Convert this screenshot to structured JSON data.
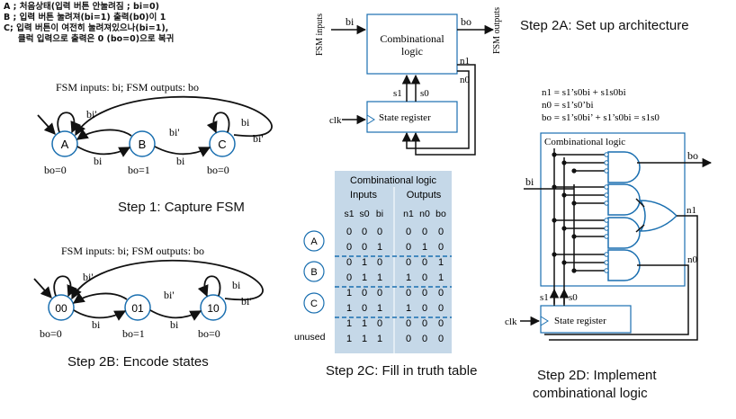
{
  "notes": {
    "line1": "A ; 처음상태(입력 버튼 안눌려짐 ; bi=0)",
    "line2": "B ; 입력 버튼 눌려져(bi=1) 출력(b0)이 1",
    "line3": "C; 입력 버튼이 여전히 눌려져있으나(bi=1),",
    "line4": "클럭 입력으로 출력은  0 (bo=0)으로 복귀"
  },
  "step1": {
    "caption": "Step 1: Capture FSM",
    "io_label": "FSM inputs: bi; FSM outputs: bo",
    "states": [
      "A",
      "B",
      "C"
    ],
    "outputs": [
      "bo=0",
      "bo=1",
      "bo=0"
    ],
    "edge_bi": "bi",
    "edge_bi_not": "bi'"
  },
  "step2b": {
    "caption": "Step 2B: Encode states",
    "io_label": "FSM inputs: bi; FSM outputs: bo",
    "states": [
      "00",
      "01",
      "10"
    ],
    "outputs": [
      "bo=0",
      "bo=1",
      "bo=0"
    ],
    "edge_bi": "bi",
    "edge_bi_not": "bi'"
  },
  "step2a": {
    "caption": "Step 2A: Set up architecture",
    "fsm_inputs": "FSM inputs",
    "fsm_outputs": "FSM outputs",
    "comb_label_1": "Combinational",
    "comb_label_2": "logic",
    "state_register": "State register",
    "clk": "clk",
    "bi": "bi",
    "bo": "bo",
    "n1": "n1",
    "n0": "n0",
    "s1": "s1",
    "s0": "s0"
  },
  "step2c": {
    "caption": "Step 2C: Fill in truth table",
    "title": "Combinational logic",
    "inputs_header": "Inputs",
    "outputs_header": "Outputs",
    "columns": [
      "s1",
      "s0",
      "bi",
      "n1",
      "n0",
      "bo"
    ],
    "rows": [
      [
        "0",
        "0",
        "0",
        "0",
        "0",
        "0"
      ],
      [
        "0",
        "0",
        "1",
        "0",
        "1",
        "0"
      ],
      [
        "0",
        "1",
        "0",
        "0",
        "0",
        "1"
      ],
      [
        "0",
        "1",
        "1",
        "1",
        "0",
        "1"
      ],
      [
        "1",
        "0",
        "0",
        "0",
        "0",
        "0"
      ],
      [
        "1",
        "0",
        "1",
        "1",
        "0",
        "0"
      ],
      [
        "1",
        "1",
        "0",
        "0",
        "0",
        "0"
      ],
      [
        "1",
        "1",
        "1",
        "0",
        "0",
        "0"
      ]
    ],
    "state_labels": [
      "A",
      "B",
      "C"
    ],
    "unused": "unused"
  },
  "step2d": {
    "caption_line1": "Step 2D: Implement",
    "caption_line2": "combinational logic",
    "eq1": "n1 = s1’s0bi + s1s0bi",
    "eq2": "n0 = s1’s0’bi",
    "eq3": "bo = s1’s0bi’ + s1’s0bi = s1s0",
    "comb_label": "Combinational logic",
    "state_register": "State register",
    "clk": "clk",
    "bi": "bi",
    "bo": "bo",
    "n1": "n1",
    "n0": "n0",
    "s1": "s1",
    "s0": "s0"
  },
  "colors": {
    "state_circle": "#1a6fb0",
    "box": "#1a6fb0",
    "table_bg": "#c5d8e8",
    "table_divider": "#1a6fb0"
  }
}
